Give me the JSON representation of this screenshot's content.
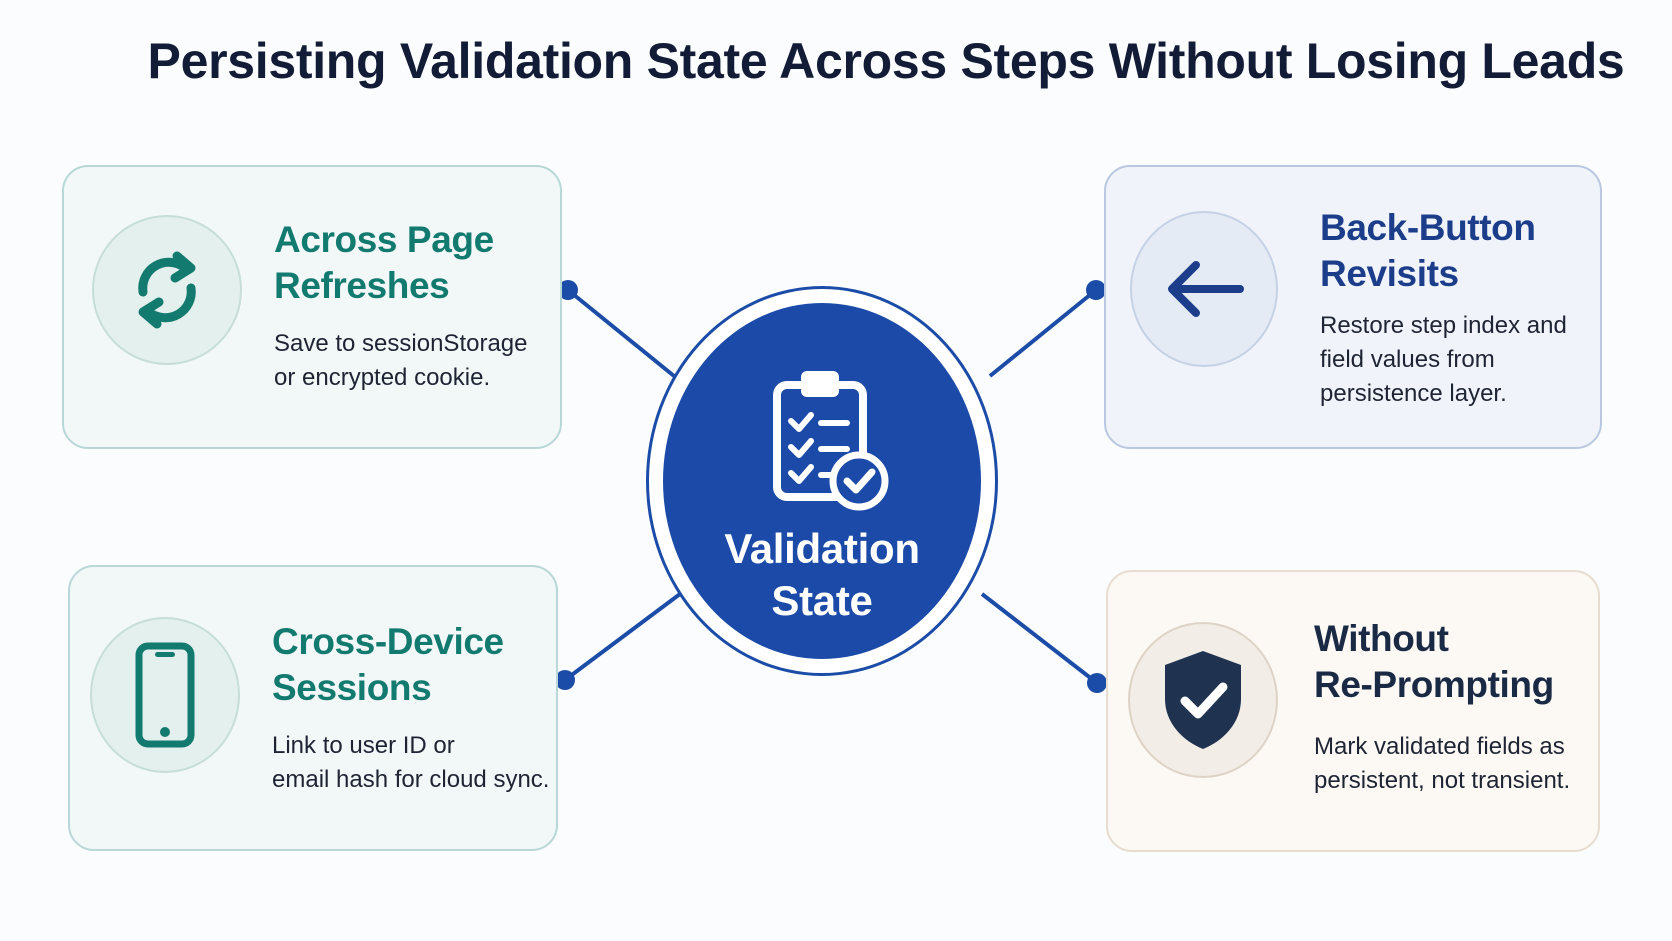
{
  "title": "Persisting Validation State Across Steps Without Losing Leads",
  "hub": {
    "label_line1": "Validation",
    "label_line2": "State",
    "icon": "clipboard-check-icon"
  },
  "cards": [
    {
      "id": "page-refreshes",
      "heading_line1": "Across Page",
      "heading_line2": "Refreshes",
      "body_line1": "Save to sessionStorage",
      "body_line2": "or encrypted cookie.",
      "icon": "refresh-icon"
    },
    {
      "id": "back-button",
      "heading_line1": "Back-Button",
      "heading_line2": "Revisits",
      "body_line1": "Restore step index and",
      "body_line2": "field values from",
      "body_line3": "persistence layer.",
      "icon": "arrow-left-icon"
    },
    {
      "id": "cross-device",
      "heading_line1": "Cross-Device",
      "heading_line2": "Sessions",
      "body_line1": "Link to user ID or",
      "body_line2": "email hash for cloud sync.",
      "icon": "smartphone-icon"
    },
    {
      "id": "re-prompting",
      "heading_line1": "Without",
      "heading_line2": "Re-Prompting",
      "body_line1": "Mark validated fields as",
      "body_line2": "persistent, not transient.",
      "icon": "shield-check-icon"
    }
  ],
  "colors": {
    "hub": "#1b4aa8",
    "connector": "#1b4ca7",
    "teal_accent": "#137a70",
    "blue_accent": "#1c3e8a",
    "dark_accent": "#1a2a45"
  }
}
